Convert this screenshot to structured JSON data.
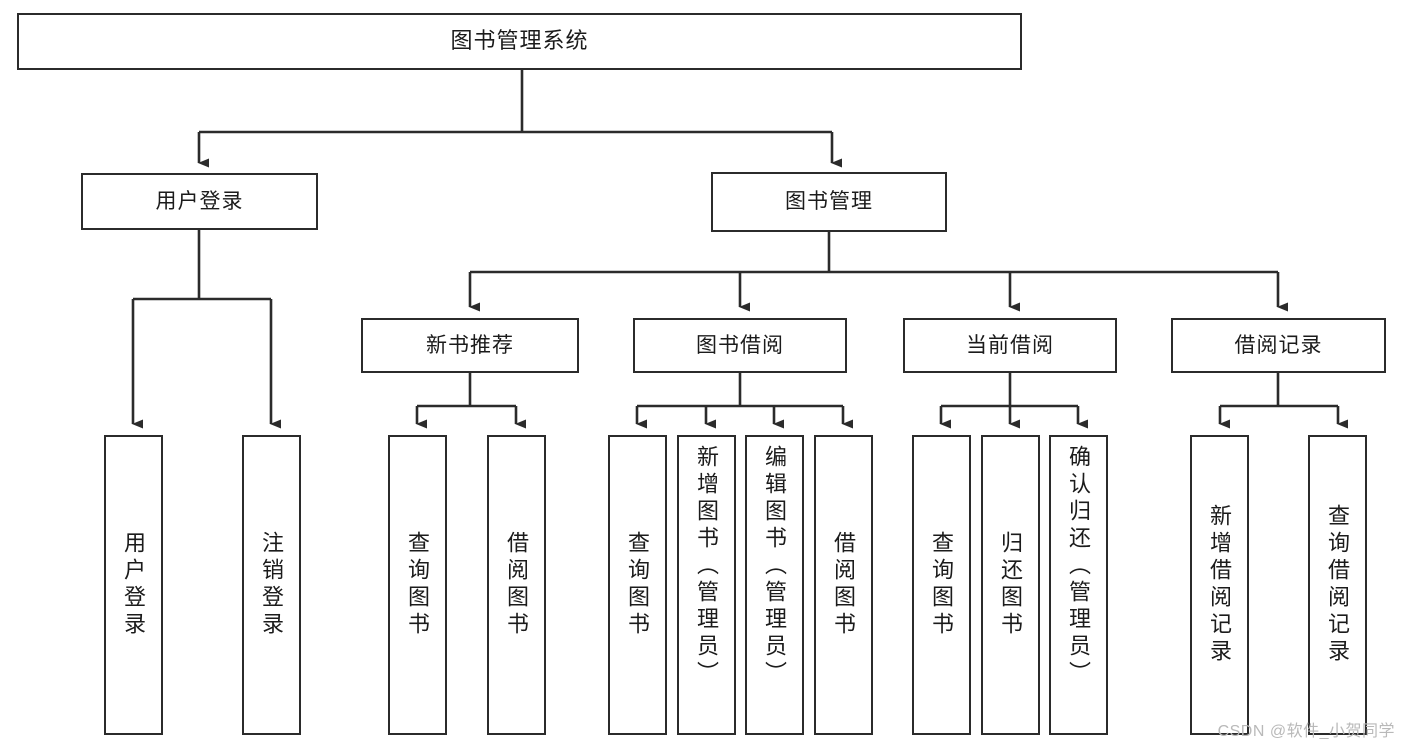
{
  "diagram": {
    "title": "图书管理系统",
    "watermark": "CSDN @软件_小贺同学",
    "colors": {
      "stroke": "#2b2b2b",
      "fill": "#ffffff",
      "text": "#1b1b1b",
      "watermark": "#b9b9b9"
    },
    "root": {
      "label": "图书管理系统"
    },
    "level1": [
      {
        "label": "用户登录"
      },
      {
        "label": "图书管理"
      }
    ],
    "level2": [
      {
        "label": "新书推荐"
      },
      {
        "label": "图书借阅"
      },
      {
        "label": "当前借阅"
      },
      {
        "label": "借阅记录"
      }
    ],
    "leaves": {
      "user_login": [
        {
          "label": "用户登录"
        },
        {
          "label": "注销登录"
        }
      ],
      "new_book_recommend": [
        {
          "label": "查询图书"
        },
        {
          "label": "借阅图书"
        }
      ],
      "book_borrow": [
        {
          "label": "查询图书"
        },
        {
          "label": "新增图书（管理员）"
        },
        {
          "label": "编辑图书（管理员）"
        },
        {
          "label": "借阅图书"
        }
      ],
      "current_borrow": [
        {
          "label": "查询图书"
        },
        {
          "label": "归还图书"
        },
        {
          "label": "确认归还（管理员）"
        }
      ],
      "borrow_record": [
        {
          "label": "新增借阅记录"
        },
        {
          "label": "查询借阅记录"
        }
      ]
    }
  }
}
